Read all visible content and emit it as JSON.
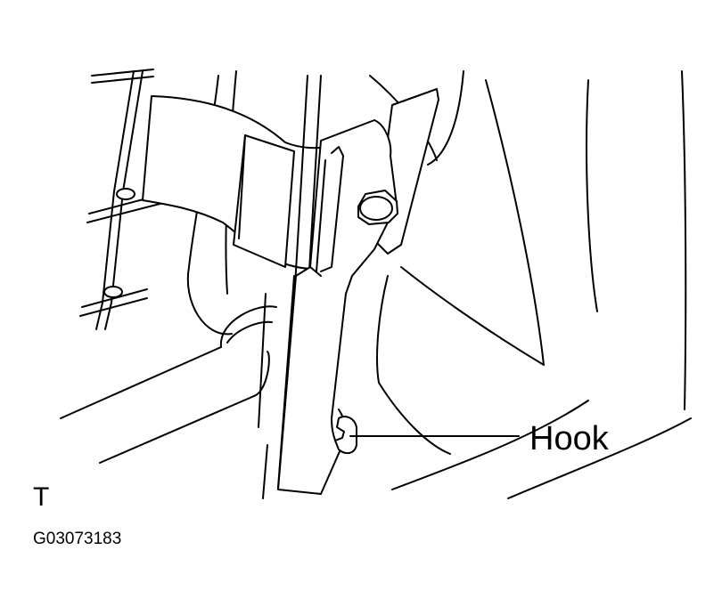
{
  "labels": {
    "hook": "Hook",
    "view": "T",
    "figure_code": "G03073183"
  }
}
